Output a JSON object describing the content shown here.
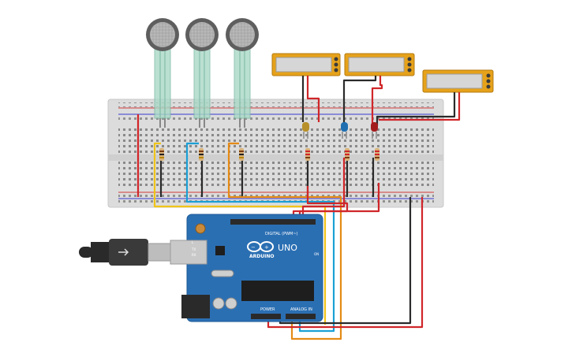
{
  "board": {
    "digital_label": "DIGITAL (PWM~)",
    "brand": "ARDUINO",
    "model": "UNO",
    "power_label": "POWER",
    "analog_label": "ANALOG IN",
    "tx_label": "TX",
    "rx_label": "RX",
    "l_label": "L",
    "on_label": "ON"
  },
  "colors": {
    "board": "#2b6fb3",
    "breadboard": "#dcdcdc",
    "meter_frame": "#e6a21a",
    "meter_screen": "#d6d6d6",
    "fsr": "#6b6b6b",
    "wire_red": "#d0262a",
    "wire_black": "#2a2a2a",
    "wire_yellow": "#f0c419",
    "wire_blue": "#1aa0d6",
    "wire_orange": "#e58a16",
    "led_yellow": "#b8902a",
    "led_blue": "#1f6fb0",
    "led_red": "#a31c1c"
  }
}
